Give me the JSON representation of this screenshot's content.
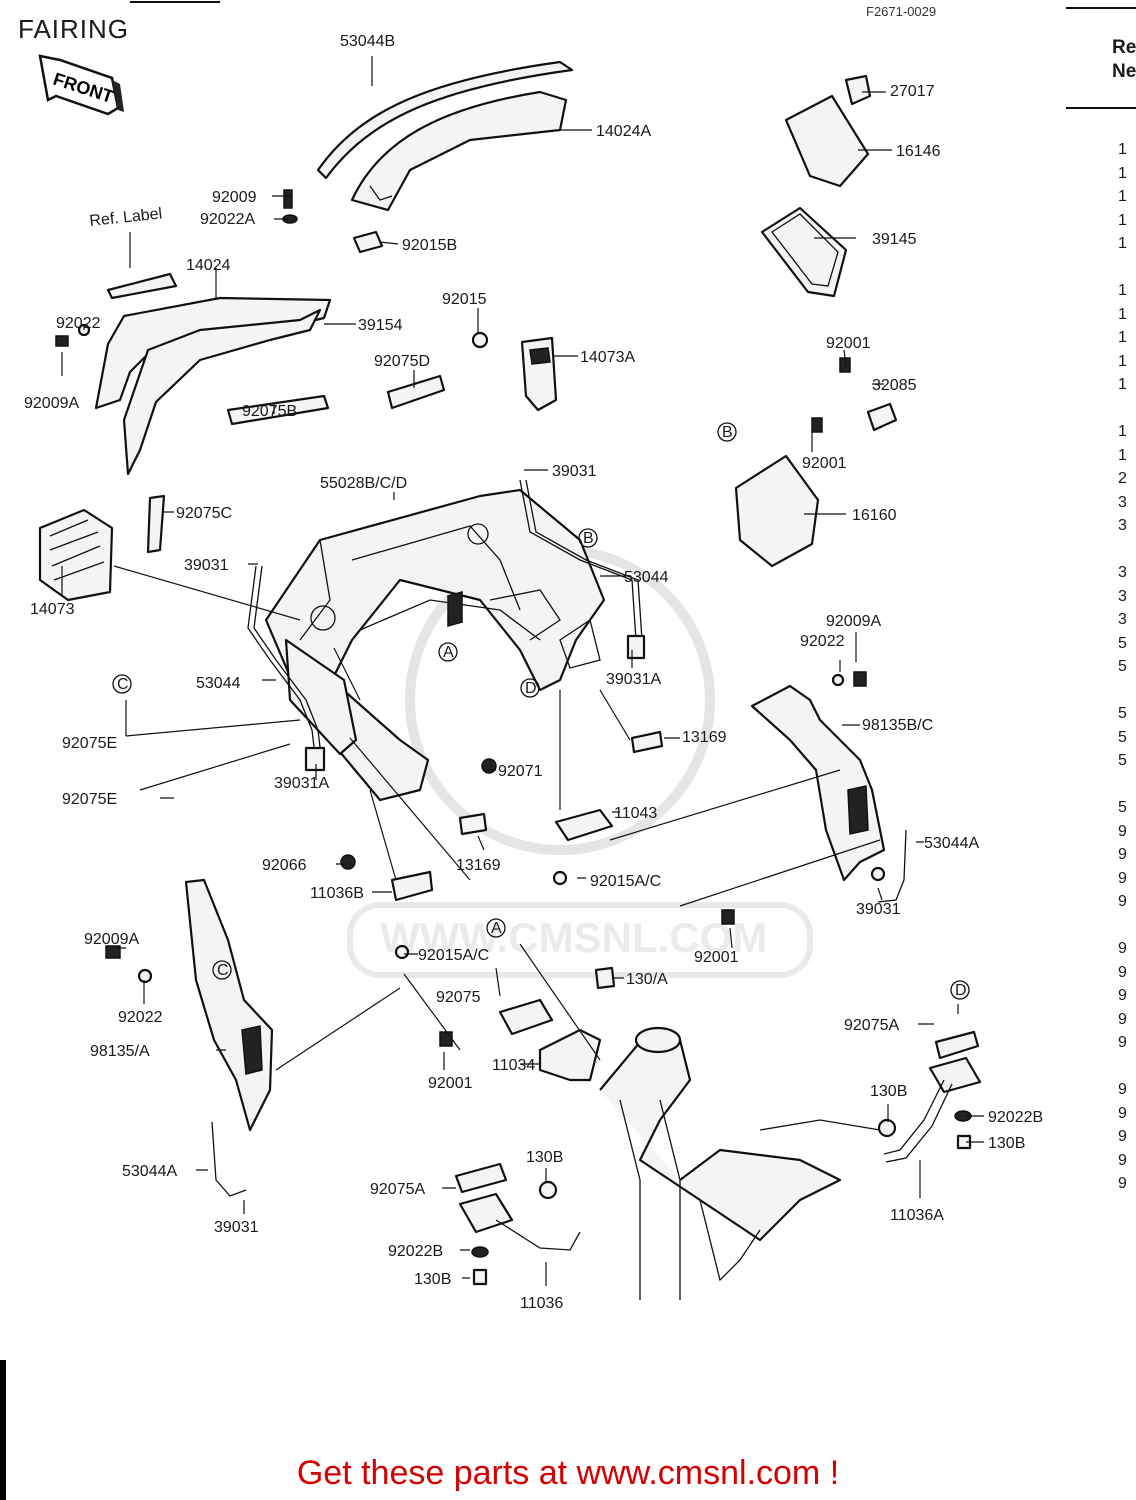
{
  "page": {
    "title": "FAIRING",
    "figure_code": "F2671-0029",
    "front_label": "FRONT",
    "reference_header": [
      "Re",
      "Ne"
    ],
    "reference_fragments": [
      "1",
      "1",
      "1",
      "1",
      "1",
      "",
      "1",
      "1",
      "1",
      "1",
      "1",
      "",
      "1",
      "1",
      "2",
      "3",
      "3",
      "",
      "3",
      "3",
      "3",
      "5",
      "5",
      "",
      "5",
      "5",
      "5",
      "",
      "5",
      "9",
      "9",
      "9",
      "9",
      "",
      "9",
      "9",
      "9",
      "9",
      "9",
      "",
      "9",
      "9",
      "9",
      "9",
      "9"
    ],
    "footer": "Get these parts at www.cmsnl.com !",
    "watermark": "WWW.CMSNL.COM"
  },
  "labels": {
    "l53044B": "53044B",
    "l14024A": "14024A",
    "l27017": "27017",
    "l16146": "16146",
    "l92009": "92009",
    "l92022A": "92022A",
    "l92015B": "92015B",
    "l39145": "39145",
    "lRefLabel": "Ref. Label",
    "l14024": "14024",
    "l92015": "92015",
    "l92022": "92022",
    "l39154": "39154",
    "l14073A": "14073A",
    "l92001a": "92001",
    "l32085": "32085",
    "l92009A": "92009A",
    "l92075D": "92075D",
    "lB1": "B",
    "l92075B": "92075B",
    "l92001b": "92001",
    "l55028": "55028B/C/D",
    "l39031a": "39031",
    "l16160": "16160",
    "l92075C": "92075C",
    "lB2": "B",
    "l39031b": "39031",
    "l53044a": "53044",
    "l14073": "14073",
    "lA1": "A",
    "l92009A2": "92009A",
    "l92022b": "92022",
    "l53044b": "53044",
    "lD1": "D",
    "l39031A1": "39031A",
    "l98135BC": "98135B/C",
    "lC1": "C",
    "l13169a": "13169",
    "l92075E1": "92075E",
    "l92071": "92071",
    "l92075E2": "92075E",
    "l39031A2": "39031A",
    "l11043": "11043",
    "l53044A1": "53044A",
    "l13169b": "13169",
    "l92066": "92066",
    "l92015AC1": "92015A/C",
    "l39031c": "39031",
    "l11036B": "11036B",
    "l92001c": "92001",
    "l92009A3": "92009A",
    "lC2": "C",
    "lA2": "A",
    "l92015AC2": "92015A/C",
    "l92022c": "92022",
    "l130A": "130/A",
    "l92075": "92075",
    "lD2": "D",
    "l92075A1": "92075A",
    "l11034": "11034",
    "l92001d": "92001",
    "l98135A": "98135/A",
    "l130B1": "130B",
    "l92022B1": "92022B",
    "l130B2": "130B",
    "l53044A2": "53044A",
    "l92075A2": "92075A",
    "l130B3": "130B",
    "l11036A": "11036A",
    "l39031d": "39031",
    "l92022B2": "92022B",
    "l130B4": "130B",
    "l11036": "11036"
  }
}
